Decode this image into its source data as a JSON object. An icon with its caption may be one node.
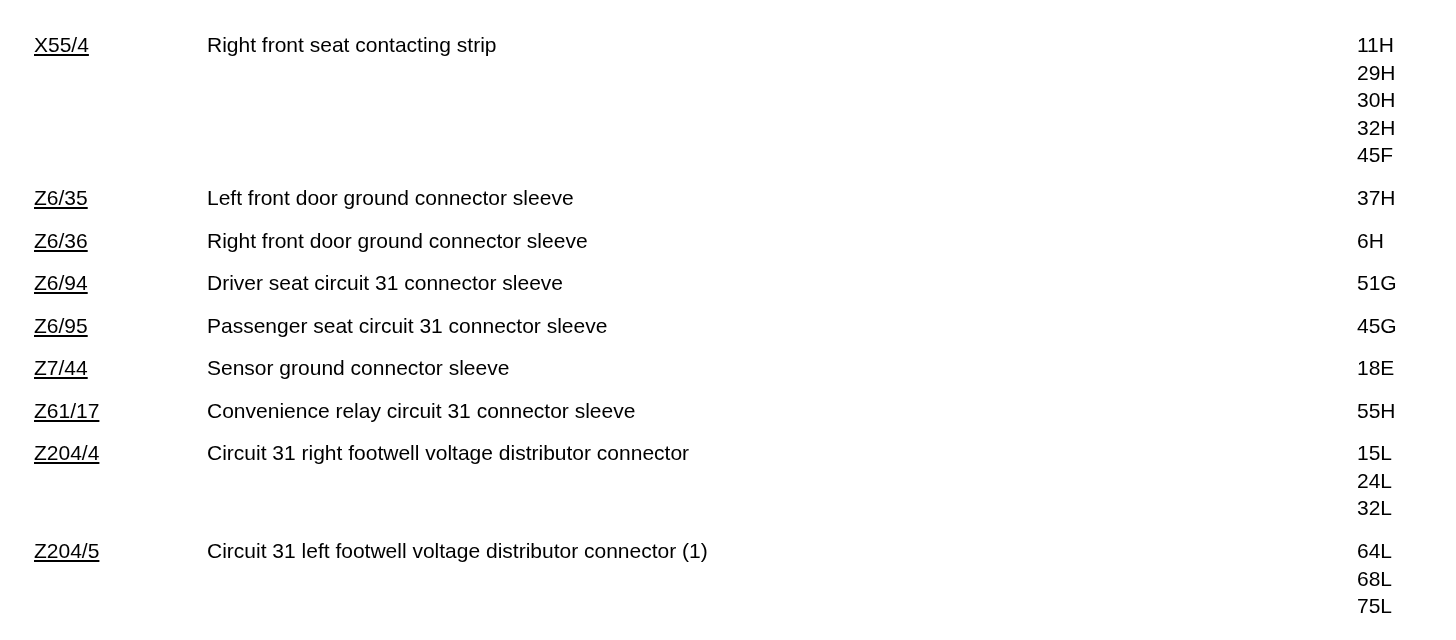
{
  "diagram": {
    "labels": [
      "X55/4",
      "Right front seat contacting strip",
      "11H",
      "29H",
      "30H",
      "32H",
      "45F",
      "Z6/35",
      "Left front door ground connector sleeve",
      "37H",
      "Z6/36",
      "Right front door ground connector sleeve",
      "6H",
      "Z6/94",
      "Driver seat circuit 31 connector sleeve",
      "51G",
      "Z6/95",
      "Passenger seat circuit 31 connector sleeve",
      "45G",
      "Z7/44",
      "Sensor ground connector sleeve",
      "18E",
      "Z61/17",
      "Convenience relay circuit 31 connector sleeve",
      "55H",
      "Z204/4",
      "Circuit 31 right footwell voltage distributor connector",
      "15L",
      "24L",
      "32L",
      "Z204/5",
      "Circuit 31 left footwell voltage distributor connector (1)",
      "64L",
      "68L",
      "75L"
    ]
  }
}
